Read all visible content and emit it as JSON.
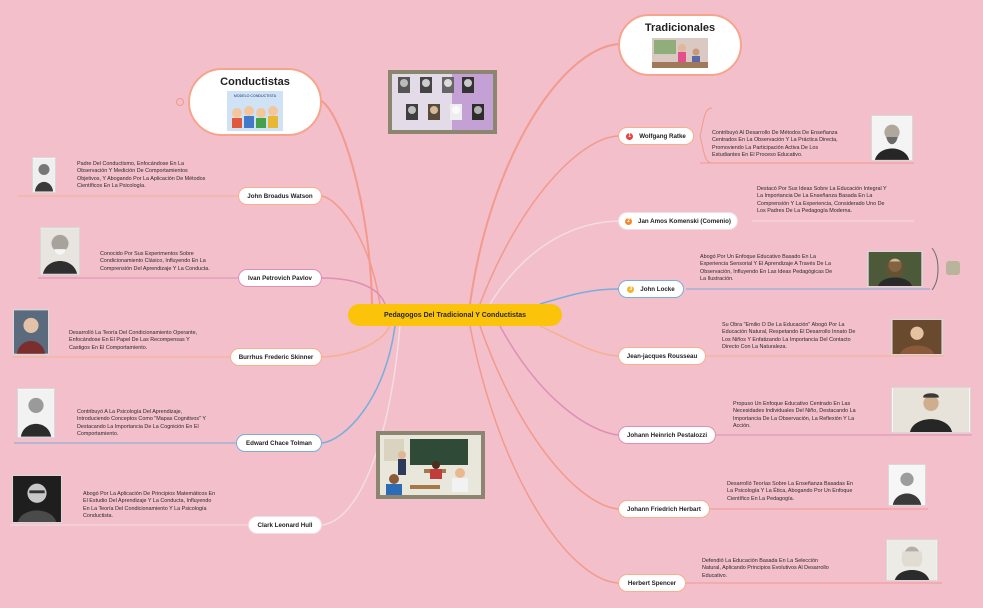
{
  "center": {
    "label": "Pedagogos Del Tradicional Y Conductistas"
  },
  "conductistas": {
    "title": "Conductistas",
    "image_label": "MODELO CONDUCTISTA",
    "people": [
      {
        "name": "John Broadus Watson",
        "desc": [
          "Padre Del Conductismo, Enfocándose En La",
          "Observación Y Medición De Comportamientos",
          "Objetivos, Y Abogando Por La Aplicación De Métodos",
          "Científicos En La Psicología."
        ]
      },
      {
        "name": "Ivan Petrovich Pavlov",
        "desc": [
          "Conocido Por Sus Experimentos Sobre",
          "Condicionamiento Clásico, Influyendo En La",
          "Comprensión Del Aprendizaje Y La Conducta."
        ]
      },
      {
        "name": "Burrhus Frederic Skinner",
        "desc": [
          "Desarrolló La Teoría Del Condicionamiento Operante,",
          "Enfocándose En El Papel De Las Recompensas Y",
          "Castigos En El Comportamiento."
        ]
      },
      {
        "name": "Edward Chace Tolman",
        "desc": [
          "Contribuyó A La Psicología Del Aprendizaje,",
          "Introduciendo Conceptos Como \"Mapas Cognitivos\" Y",
          "Destacando La Importancia De La Cognición En El",
          "Comportamiento."
        ]
      },
      {
        "name": "Clark Leonard Hull",
        "desc": [
          "Abogó Por La Aplicación De Principios Matemáticos En",
          "El Estudio Del Aprendizaje Y La Conducta, Influyendo",
          "En La Teoría Del Condicionamiento Y La Psicología",
          "Conductista."
        ]
      }
    ]
  },
  "tradicionales": {
    "title": "Tradicionales",
    "people": [
      {
        "num": "1",
        "name": "Wolfgang Ratke",
        "desc": [
          "Contribuyó Al Desarrollo De Métodos De Enseñanza",
          "Centrados En La Observación Y La Práctica Directa,",
          "Promoviendo La Participación Activa De Los",
          "Estudiantes En El Proceso Educativo."
        ]
      },
      {
        "num": "2",
        "name": "Jan Amos Komenski (Comenio)",
        "desc": [
          "Destacó Por Sus Ideas Sobre La Educación Integral Y",
          "La Importancia De La Enseñanza Basada En La",
          "Comprensión Y La Experiencia, Considerado Uno De",
          "Los Padres De La Pedagogía Moderna."
        ]
      },
      {
        "num": "3",
        "name": "John Locke",
        "desc": [
          "Abogó Por Un Enfoque Educativo Basado En La",
          "Experiencia Sensorial Y El Aprendizaje A Través De La",
          "Observación, Influyendo En Las Ideas Pedagógicas De",
          "La Ilustración."
        ]
      },
      {
        "name": "Jean-jacques Rousseau",
        "desc": [
          " Su Obra \"Emilio O De La Educación\" Abogó Por La",
          "Educación Natural, Respetando El Desarrollo Innato De",
          "Los Niños Y Enfatizando La Importancia Del Contacto",
          "Directo Con La Naturaleza."
        ]
      },
      {
        "name": "Johann Heinrich Pestalozzi",
        "desc": [
          "Propuso Un Enfoque Educativo Centrado En Las",
          "Necesidades Individuales Del Niño, Destacando La",
          "Importancia De La Observación, La Reflexión Y La",
          "Acción."
        ]
      },
      {
        "name": "Johann Friedrich Herbart",
        "desc": [
          "Desarrolló Teorías Sobre La Enseñanza Basadas En",
          "La Psicología Y La Ética, Abogando Por Un Enfoque",
          "Científico En La Pedagogía."
        ]
      },
      {
        "name": "Herbert Spencer",
        "desc": [
          "Defendió La Educación Basada En La Selección",
          "Natural, Aplicando Principios Evolutivos Al Desarrollo",
          "Educativo."
        ]
      }
    ]
  },
  "colors": {
    "background": "#f2bfca",
    "center": "#fcc30b",
    "orange": "#f6a58c",
    "blue": "#79aedb",
    "pink": "#df8eb8"
  }
}
